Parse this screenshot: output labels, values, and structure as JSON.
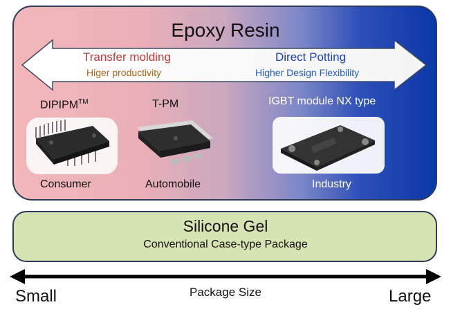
{
  "epoxy": {
    "title": "Epoxy Resin",
    "left_method": "Transfer molding",
    "left_benefit": "Higer productivity",
    "right_method": "Direct Potting",
    "right_benefit": "Higher Design Flexibility"
  },
  "products": [
    {
      "name": "DIPIPM",
      "mark": "TM",
      "application": "Consumer"
    },
    {
      "name": "T-PM",
      "application": "Automobile"
    },
    {
      "name": "IGBT module  NX type",
      "application": "Industry"
    }
  ],
  "silicone": {
    "title": "Silicone Gel",
    "subtitle": "Conventional Case-type Package"
  },
  "size_axis": {
    "label": "Package Size",
    "left": "Small",
    "right": "Large"
  }
}
